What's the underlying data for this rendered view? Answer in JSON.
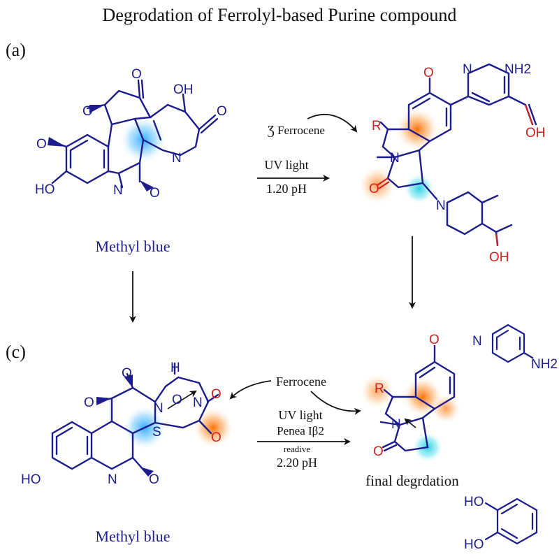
{
  "title": "Degrodation of Ferrolyl-based Purine compound",
  "panel_labels": {
    "a": "(a)",
    "c": "(c)"
  },
  "colors": {
    "bond": "#1c1c8c",
    "label": "#1c1c8c",
    "red": "#d22020",
    "arrow": "#111111",
    "glow_blue": "#2aa8ff",
    "glow_orange": "#ff7a1a",
    "glow_cyan": "#30d8e8"
  },
  "panel_a": {
    "reactant_name": "Methyl blue",
    "reagent": "Ferrocene",
    "reagent_prefix": "Ʒ",
    "conditions": [
      "UV light",
      "1.20 pH"
    ],
    "atoms": {
      "O1": "O",
      "O2": "O",
      "OH1": "OH",
      "O3": "O",
      "O4": "O",
      "HO": "HO",
      "N_ring": "N",
      "N_amine": "N",
      "O5": "O"
    },
    "product_atoms": {
      "O": "O",
      "N1": "N",
      "NH2": "NH2",
      "OH_top": "OH",
      "R": "R",
      "N_center": "N",
      "O_lactam": "O",
      "N_pyr": "N",
      "OH_bottom": "OH"
    }
  },
  "panel_c": {
    "reactant_name": "Methyl blue",
    "reagent": "Ferrocene",
    "conditions": [
      "UV light",
      "Penea Iβ2",
      "readive",
      "2.20 pH"
    ],
    "atoms": {
      "O1": "O",
      "O2": "O",
      "H": "H",
      "N1": "N",
      "O_mid": "O",
      "N2": "N",
      "O_neg": "O",
      "S": "S",
      "O_red": "O",
      "HO": "HO",
      "N3": "N",
      "O3": "O"
    },
    "product_label": "final degrdation",
    "product_atoms": {
      "O": "O",
      "R": "R",
      "N": "N",
      "O_lactam": "O"
    },
    "pyridine_atoms": {
      "N": "N",
      "NH2": "NH2"
    },
    "catechol_atoms": {
      "HO1": "HO",
      "HO2": "HO"
    }
  }
}
